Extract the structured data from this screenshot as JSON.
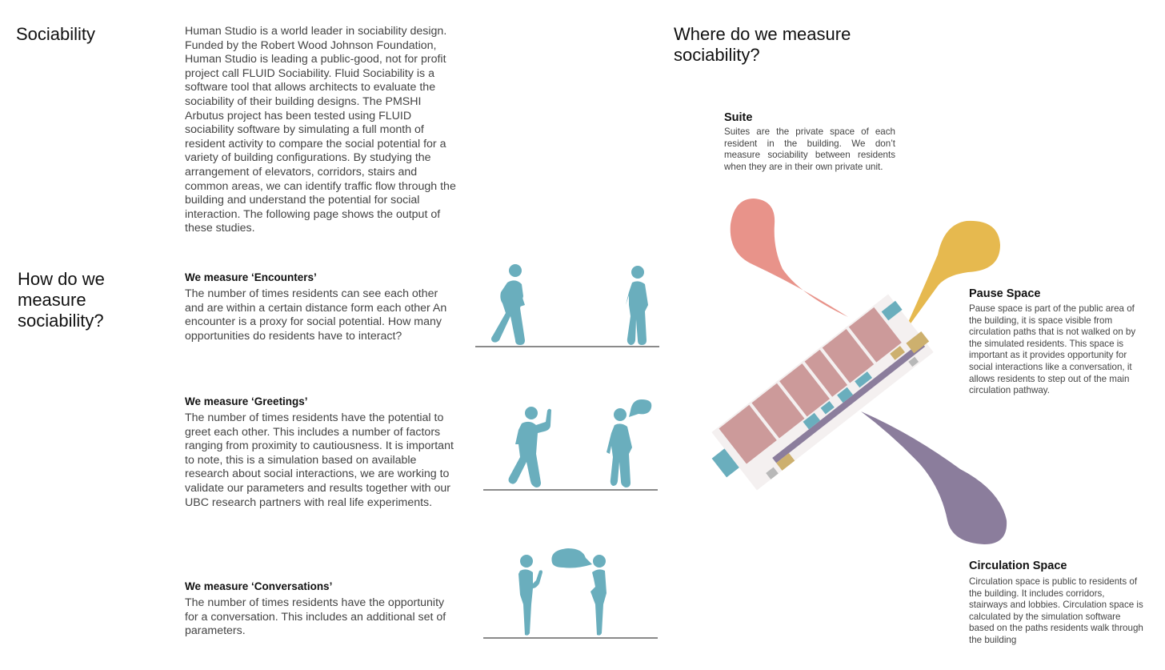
{
  "sociability": {
    "title": "Sociability",
    "intro": "Human Studio is a world leader in sociability design.  Funded by the Robert Wood Johnson Foundation, Human Studio is leading a public-good, not for profit project call FLUID Sociability. Fluid Sociability is a software tool that allows architects to evaluate the sociability of their building designs. The PMSHI Arbutus project has been tested using FLUID sociability software by simulating a full month of resident activity to compare the social potential for a variety of building configurations.  By studying the arrangement of elevators, corridors, stairs and common areas, we can identify traffic flow through the building and understand the potential for social interaction.  The following page shows the output of these studies."
  },
  "how": {
    "title": "How do we measure sociability?",
    "items": [
      {
        "heading": "We measure ‘Encounters’",
        "text": "The number of times residents can see each other and are within a certain distance form each other An encounter is a proxy for social potential. How many opportunities do residents have to interact?"
      },
      {
        "heading": "We measure ‘Greetings’",
        "text": "The number of times residents have the potential to greet each other. This includes a number of factors ranging from proximity to cautiousness.  It is important to note, this is a simulation based on available research about social interactions, we are working to validate our parameters and results together with our UBC research partners with real life experiments."
      },
      {
        "heading": "We measure ‘Conversations’",
        "text": "The number of times residents have the opportunity for a conversation. This includes an additional set of parameters."
      }
    ]
  },
  "where": {
    "title": "Where do we measure sociability?",
    "suite": {
      "heading": "Suite",
      "text": "Suites are the private space of each resident in the building.  We don’t measure sociability between residents when they are in their own private unit."
    },
    "pause": {
      "heading": "Pause Space",
      "text": "Pause space is part of the public area of the building, it is space visible from circulation paths that is not walked on by the simulated residents.  This space is important as it provides opportunity for social interactions like a conversation, it allows residents to step out of the main circulation pathway."
    },
    "circulation": {
      "heading": "Circulation Space",
      "text": "Circulation space is public to residents of the building. It includes corridors, stairways and lobbies.  Circulation space is calculated by the simulation software based on the paths residents walk through the building"
    }
  },
  "colors": {
    "figure": "#6aaebd",
    "suite": "#e8938a",
    "pause": "#e6b94f",
    "circulation": "#8b7d9c",
    "unit": "#cc9a9a"
  }
}
